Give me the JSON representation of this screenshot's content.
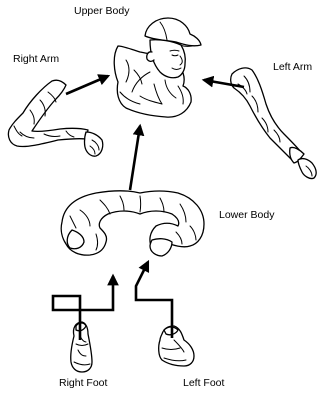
{
  "labels": {
    "upper_body": "Upper Body",
    "right_arm": "Right Arm",
    "left_arm": "Left Arm",
    "lower_body": "Lower Body",
    "right_foot": "Right Foot",
    "left_foot": "Left Foot"
  }
}
